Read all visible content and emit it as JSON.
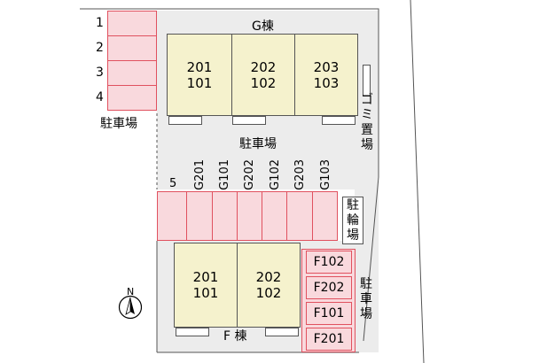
{
  "colors": {
    "parking": "#f9d9dd",
    "parking_border": "#e0515f",
    "building": "#f5f2cd",
    "ground": "#ececec"
  },
  "top_parking": {
    "numbers": [
      "1",
      "2",
      "3",
      "4"
    ],
    "label": "駐車場"
  },
  "building_g": {
    "title": "G棟",
    "units": [
      {
        "upper": "201",
        "lower": "101"
      },
      {
        "upper": "202",
        "lower": "102"
      },
      {
        "upper": "203",
        "lower": "103"
      }
    ]
  },
  "garbage_label": "ゴミ置場",
  "center_parking_label": "駐車場",
  "row_parking": {
    "codes": [
      "5",
      "G201",
      "G101",
      "G202",
      "G102",
      "G203",
      "G103"
    ]
  },
  "bicycle_label": "駐輪場",
  "building_f": {
    "title": "F 棟",
    "units": [
      {
        "upper": "201",
        "lower": "101"
      },
      {
        "upper": "202",
        "lower": "102"
      }
    ]
  },
  "f_parking": {
    "slots": [
      "F102",
      "F202",
      "F101",
      "F201"
    ],
    "label": "駐車場"
  },
  "compass": {
    "label": "N",
    "icon": "north-arrow-icon"
  }
}
